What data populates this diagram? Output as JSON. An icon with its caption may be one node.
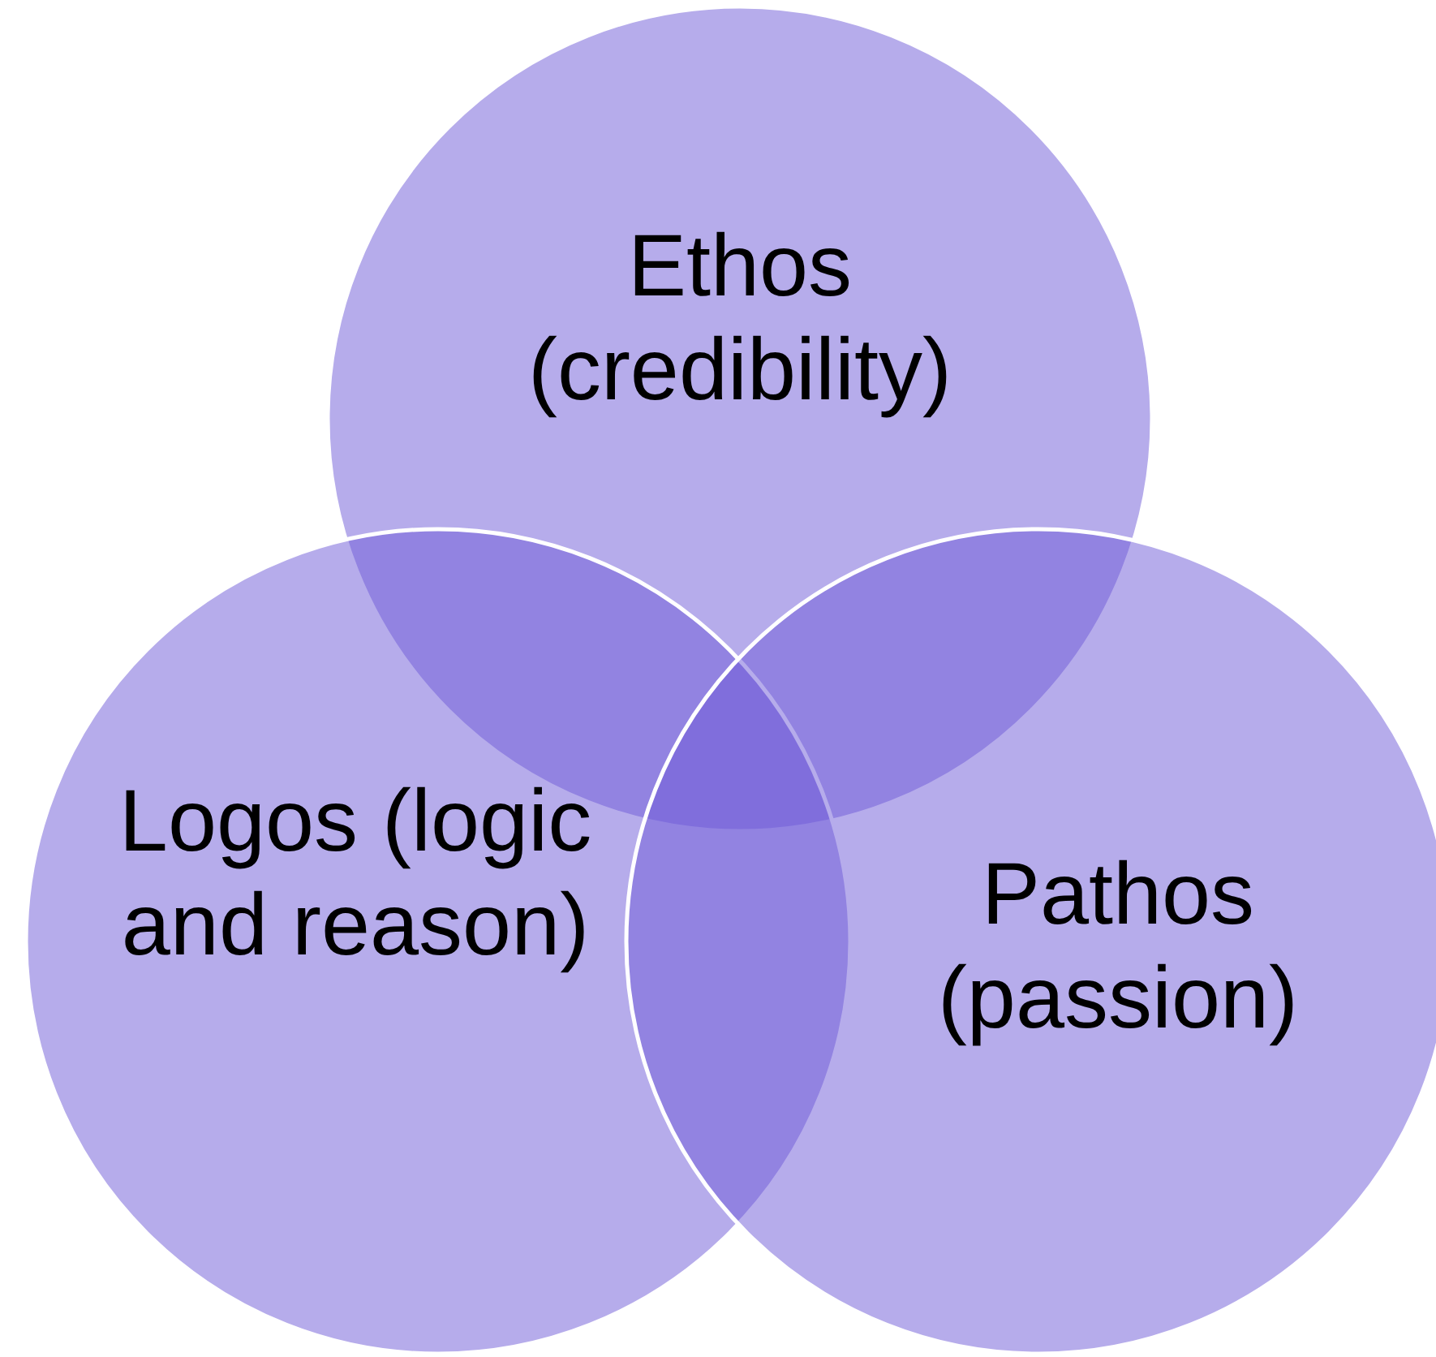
{
  "diagram": {
    "nodes": [
      {
        "text": [
          "Ethos (credibility)"
        ]
      },
      {
        "text": [
          "Logos (logic and reason)"
        ]
      },
      {
        "text": [
          "Pathos (passion)"
        ]
      }
    ],
    "edges": []
  }
}
